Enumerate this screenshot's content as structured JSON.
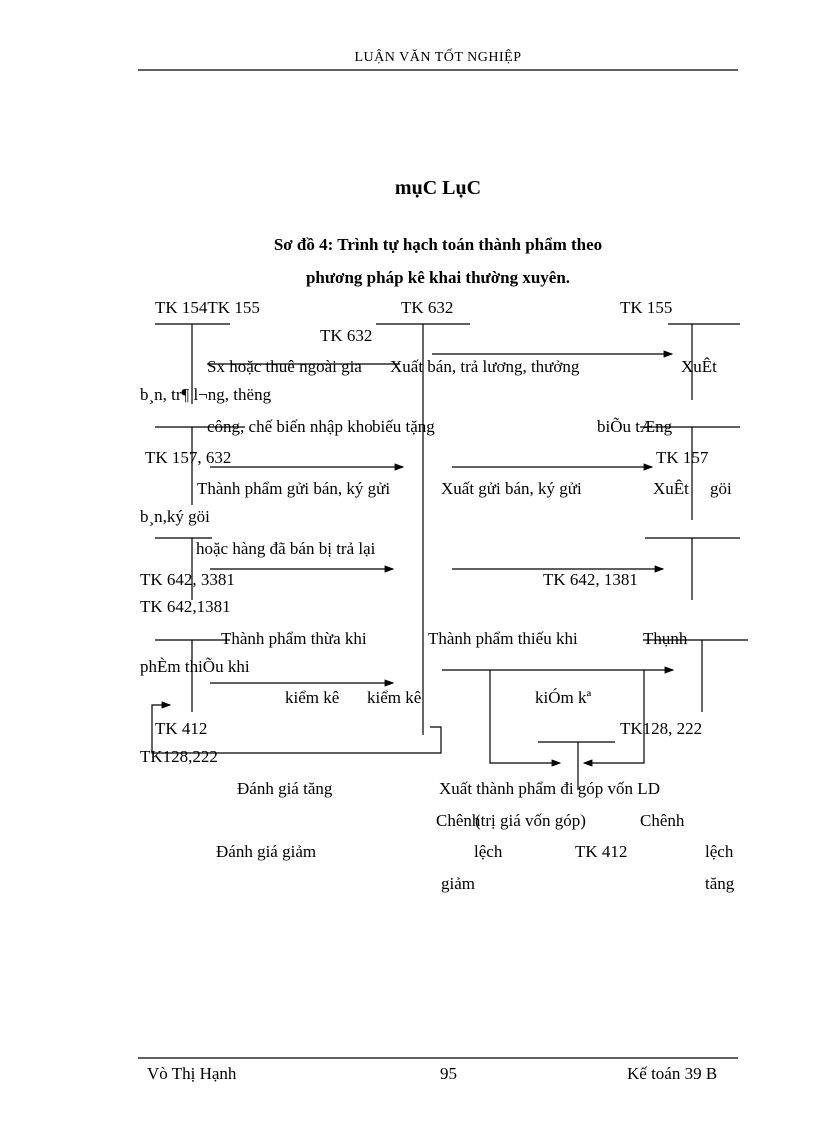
{
  "header": {
    "title": "LUẬN VĂN TỐT NGHIỆP"
  },
  "title": "mụC   LụC",
  "subtitle": {
    "line1": "Sơ đồ 4: Trình tự hạch toán thành phẩm theo",
    "line2": "phương pháp kê khai thường xuyên."
  },
  "diagram": {
    "labels": [
      "TK 154TK 155",
      "TK 632",
      "TK 155",
      "TK 632",
      "Sx hoặc thuê ngoài gia",
      "Xuất bán, trả lương, thưởng",
      "XuÊt",
      "b¸n, tr¶ l¬ng,   thëng",
      "công, chế biến nhập kho",
      "biếu tặng",
      "biÕu tÆng",
      "TK 157, 632",
      "TK 157",
      "Thành phẩm gửi bán, ký gửi",
      "Xuất gửi bán, ký gửi",
      "XuÊt",
      "göi",
      "b¸n,ký göi",
      "hoặc hàng đã bán bị trả lại",
      "TK 642, 3381",
      "TK 642, 1381",
      "TK 642,1381",
      "Thành phẩm thừa khi",
      "Thành phẩm thiếu khi",
      "Thụnh",
      "phÈm thiÕu khi",
      "kiểm kê",
      "kiểm kê",
      "kiÓm kª",
      "TK 412",
      "TK128, 222",
      "TK128,222",
      "Đánh giá tăng",
      "Xuất thành phẩm đi góp vốn LD",
      "Chênh",
      "(trị giá vốn góp)",
      "Chênh",
      "Đánh giá  giảm",
      "lệch",
      "TK 412",
      "lệch",
      "giảm",
      "tăng"
    ]
  },
  "footer": {
    "author": "Vò Thị Hạnh",
    "page": "95",
    "class": "Kế toán 39 B"
  }
}
